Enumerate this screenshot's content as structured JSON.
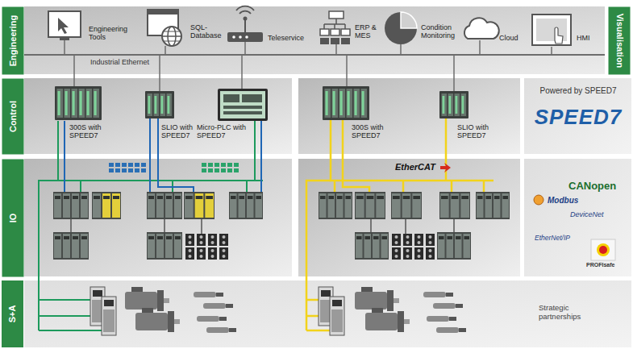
{
  "diagram": {
    "nodes": [
      {
        "text": [
          "Engineering",
          "Visualisation"
        ]
      },
      {
        "text": [
          "Control"
        ]
      },
      {
        "text": [
          "IO"
        ]
      },
      {
        "text": [
          "S+A"
        ]
      },
      {
        "text": [
          "300S with SPEED7"
        ],
        "in": 1
      },
      {
        "text": [
          "SLIO with SPEED7"
        ],
        "in": 1
      },
      {
        "text": [
          "Micro-PLC with SPEED7"
        ],
        "in": 1
      },
      {
        "text": [
          "300S with SPEED7"
        ],
        "in": 1
      },
      {
        "text": [
          "SLIO with SPEED7"
        ],
        "in": 1
      },
      {
        "text": [
          "Powered by SPEED7",
          "SPEED7"
        ],
        "in": 1
      },
      {
        "text": [
          "CANopen",
          "Modbus",
          "DeviceNet",
          "EtherNet/IP",
          "PROFIsafe"
        ],
        "in": 2
      }
    ],
    "labels": [
      "Engineering Tools",
      "SQL-Database",
      "Teleservice",
      "ERP & MES",
      "Condition Monitoring",
      "Cloud",
      "HMI",
      "Industrial Ethernet",
      "EtherCAT",
      "Strategic partnerships"
    ]
  }
}
